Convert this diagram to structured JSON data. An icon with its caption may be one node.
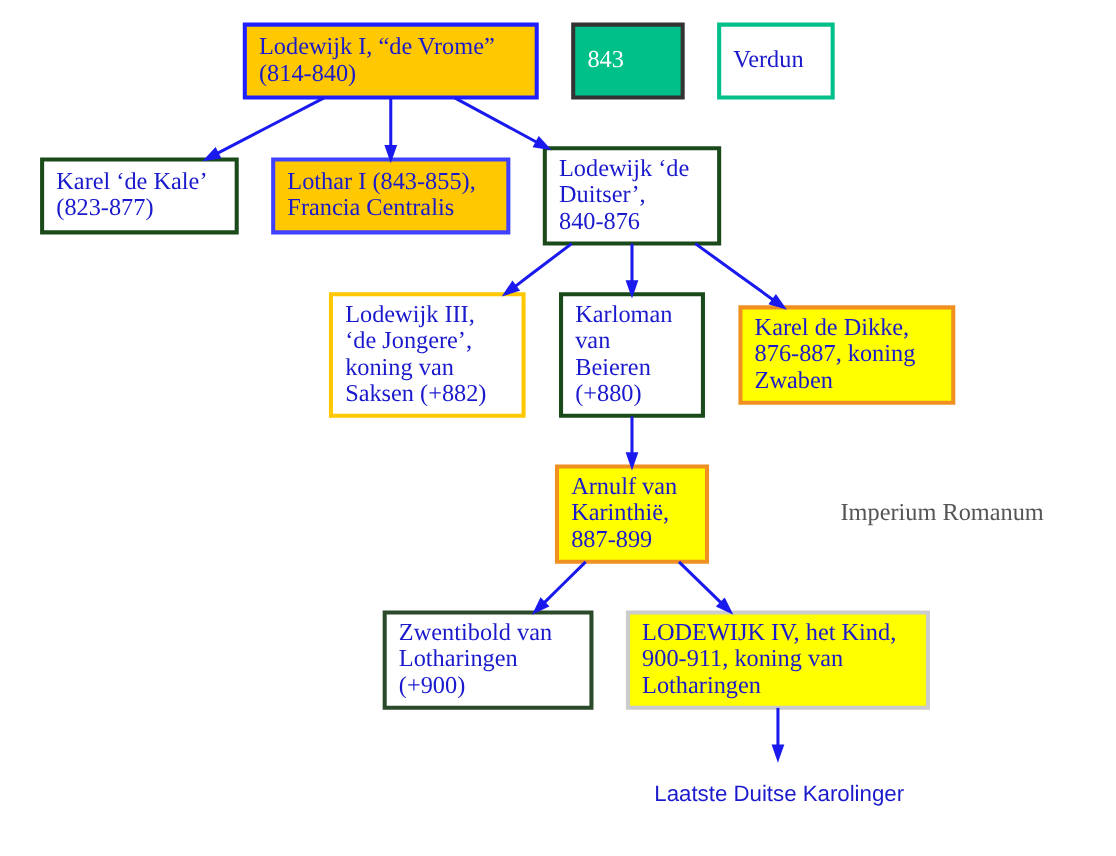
{
  "diagram": {
    "nodes": [
      {
        "text": [
          "Lodewijk I, “de Vrome” (814-840)"
        ]
      },
      {
        "text": [
          "843"
        ]
      },
      {
        "text": [
          "Verdun"
        ]
      },
      {
        "text": [
          "Karel ‘de Kale’ (823-877)"
        ]
      },
      {
        "text": [
          "Lothar I (843-855), Francia Centralis"
        ]
      },
      {
        "text": [
          "Lodewijk ‘de Duitser’, 840-876"
        ]
      },
      {
        "text": [
          "Lodewijk III, ‘de Jongere’, koning van Saksen (+882)"
        ]
      },
      {
        "text": [
          "Karloman van Beieren (+880)"
        ]
      },
      {
        "text": [
          "Karel de Dikke, 876-887, koning Zwaben"
        ]
      },
      {
        "text": [
          "Arnulf van Karinthië, 887-899"
        ]
      },
      {
        "text": [
          "Zwentibold van Lotharingen (+900)"
        ]
      },
      {
        "text": [
          "LODEWIJK IV, het Kind, 900-911, koning van Lotharingen"
        ]
      },
      {
        "text": [
          "Laatste Duitse Karolinger"
        ]
      }
    ],
    "edges": [
      {
        "from": 0,
        "to": 3,
        "arrow": "to"
      },
      {
        "from": 0,
        "to": 4,
        "arrow": "to"
      },
      {
        "from": 0,
        "to": 5,
        "arrow": "to"
      },
      {
        "from": 5,
        "to": 6,
        "arrow": "to"
      },
      {
        "from": 5,
        "to": 7,
        "arrow": "to"
      },
      {
        "from": 5,
        "to": 8,
        "arrow": "to"
      },
      {
        "from": 7,
        "to": 9,
        "arrow": "to"
      },
      {
        "from": 9,
        "to": 10,
        "arrow": "to"
      },
      {
        "from": 9,
        "to": 11,
        "arrow": "to"
      },
      {
        "from": 11,
        "to": 12,
        "arrow": "to"
      }
    ],
    "labels": [
      "Imperium Romanum"
    ]
  }
}
